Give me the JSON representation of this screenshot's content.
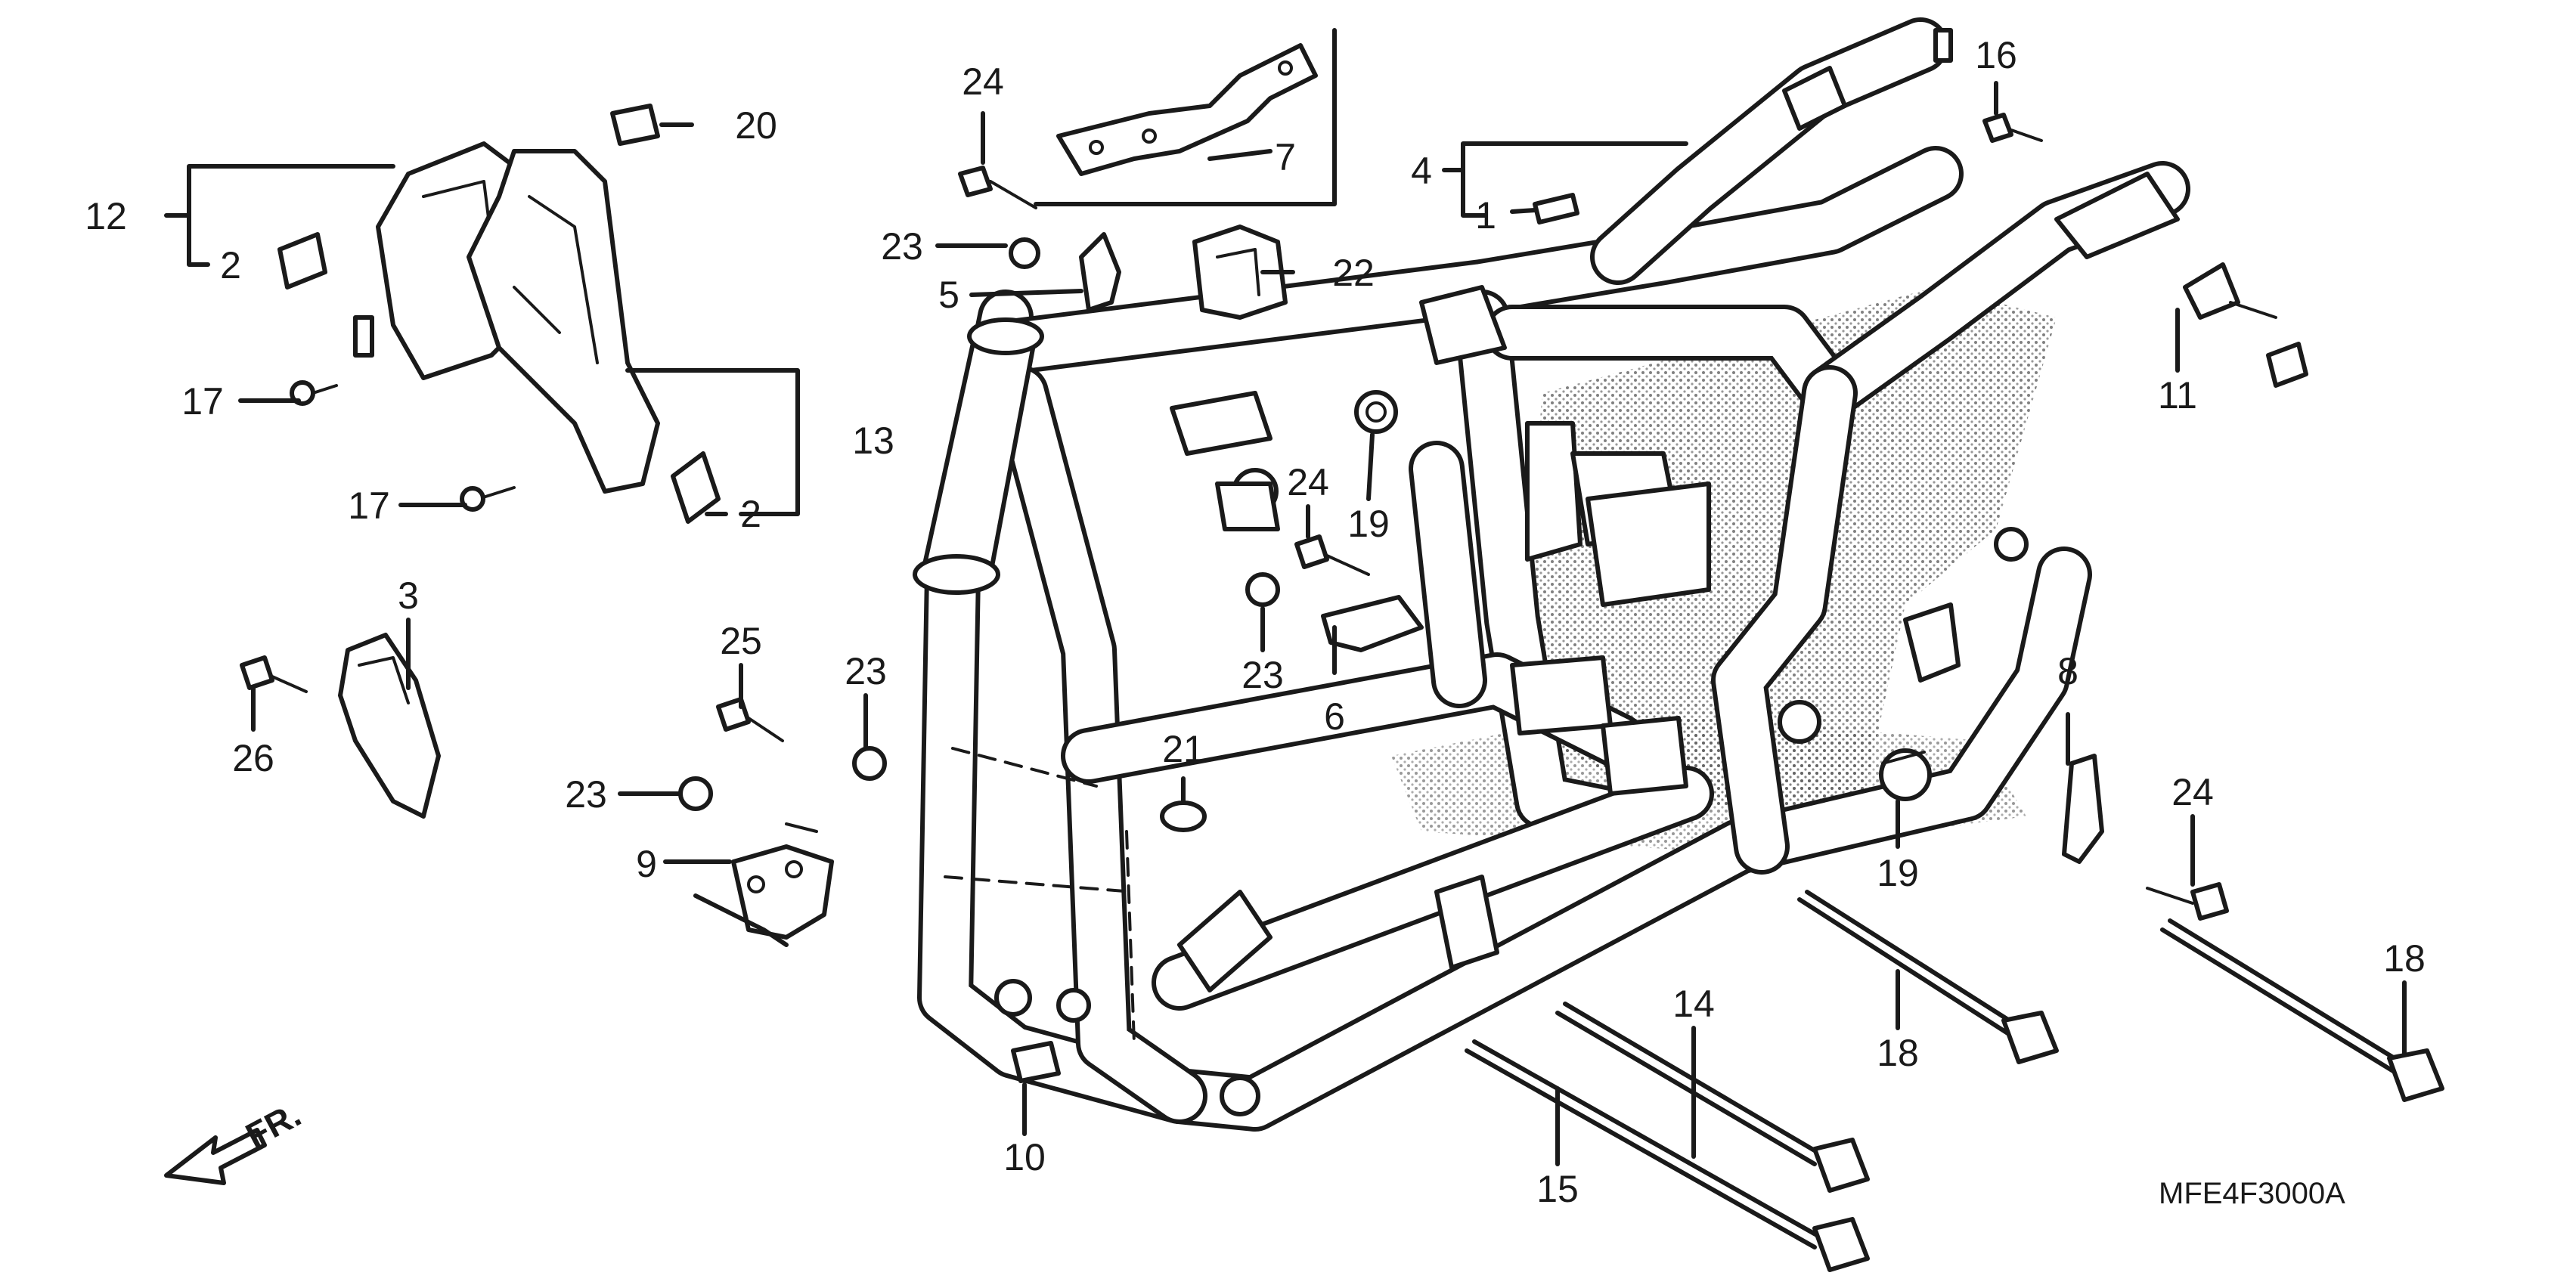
{
  "diagram": {
    "code": "MFE4F3000A",
    "direction_label": "FR.",
    "callouts": [
      {
        "id": "c1",
        "text": "1"
      },
      {
        "id": "c2a",
        "text": "2"
      },
      {
        "id": "c2b",
        "text": "2"
      },
      {
        "id": "c3",
        "text": "3"
      },
      {
        "id": "c4",
        "text": "4"
      },
      {
        "id": "c5",
        "text": "5"
      },
      {
        "id": "c6",
        "text": "6"
      },
      {
        "id": "c7",
        "text": "7"
      },
      {
        "id": "c8",
        "text": "8"
      },
      {
        "id": "c9",
        "text": "9"
      },
      {
        "id": "c10",
        "text": "10"
      },
      {
        "id": "c11",
        "text": "11"
      },
      {
        "id": "c12",
        "text": "12"
      },
      {
        "id": "c13",
        "text": "13"
      },
      {
        "id": "c14",
        "text": "14"
      },
      {
        "id": "c15",
        "text": "15"
      },
      {
        "id": "c16",
        "text": "16"
      },
      {
        "id": "c17a",
        "text": "17"
      },
      {
        "id": "c17b",
        "text": "17"
      },
      {
        "id": "c18a",
        "text": "18"
      },
      {
        "id": "c18b",
        "text": "18"
      },
      {
        "id": "c19a",
        "text": "19"
      },
      {
        "id": "c19b",
        "text": "19"
      },
      {
        "id": "c20",
        "text": "20"
      },
      {
        "id": "c21",
        "text": "21"
      },
      {
        "id": "c22",
        "text": "22"
      },
      {
        "id": "c23a",
        "text": "23"
      },
      {
        "id": "c23b",
        "text": "23"
      },
      {
        "id": "c23c",
        "text": "23"
      },
      {
        "id": "c23d",
        "text": "23"
      },
      {
        "id": "c24a",
        "text": "24"
      },
      {
        "id": "c24b",
        "text": "24"
      },
      {
        "id": "c24c",
        "text": "24"
      },
      {
        "id": "c25",
        "text": "25"
      },
      {
        "id": "c26",
        "text": "26"
      }
    ]
  }
}
